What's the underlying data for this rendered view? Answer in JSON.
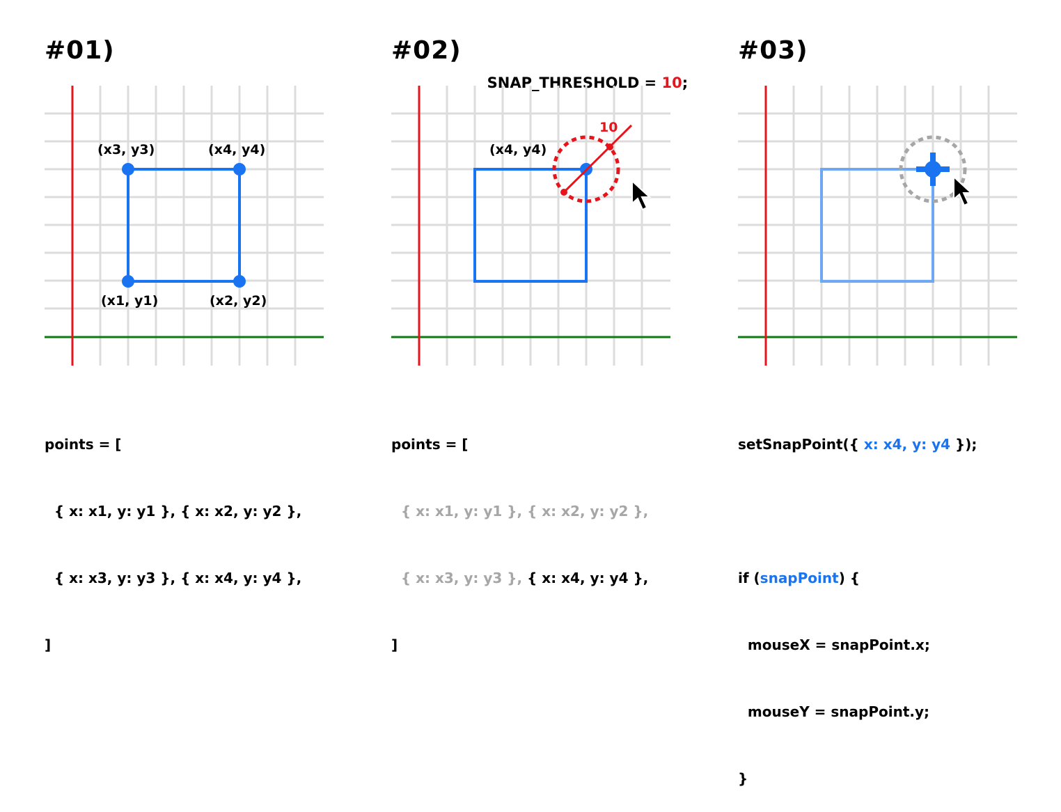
{
  "colors": {
    "grid": "#dcdcdc",
    "y_axis": "#e8141b",
    "x_axis": "#0d7a12",
    "shape": "#1a73f0",
    "shape_faded": "#6fa8f2",
    "snap_radius": "#e8141b",
    "snap_radius_settled": "#a6a6a6",
    "muted_text": "#a6a6a6",
    "cursor": "#000000"
  },
  "panels": [
    {
      "heading": "#01)",
      "labels": {
        "tl": "(x3, y3)",
        "tr": "(x4, y4)",
        "bl": "(x1, y1)",
        "br": "(x2, y2)"
      },
      "code": [
        "points = [",
        "  { x: x1, y: y1 }, { x: x2, y: y2 },",
        "  { x: x3, y: y3 }, { x: x4, y: y4 },",
        "]"
      ]
    },
    {
      "heading": "#02)",
      "threshold": {
        "label": "SNAP_THRESHOLD = ",
        "value": "10",
        "suffix": ";"
      },
      "radius_label": "10",
      "labels": {
        "tr": "(x4, y4)"
      },
      "code_first": "points = [",
      "code_muted_1": "  { x: x1, y: y1 }, { x: x2, y: y2 },",
      "code_muted_2": "  { x: x3, y: y3 },",
      "code_active": " { x: x4, y: y4 },",
      "code_last": "]"
    },
    {
      "heading": "#03)",
      "code_call_a": "setSnapPoint({ ",
      "code_call_b": "x: x4, y: y4",
      "code_call_c": " });",
      "code_if_a": "if (",
      "code_if_b": "snapPoint",
      "code_if_c": ") {",
      "code_line_x": "  mouseX = snapPoint.x;",
      "code_line_y": "  mouseY = snapPoint.y;",
      "code_close": "}"
    }
  ]
}
